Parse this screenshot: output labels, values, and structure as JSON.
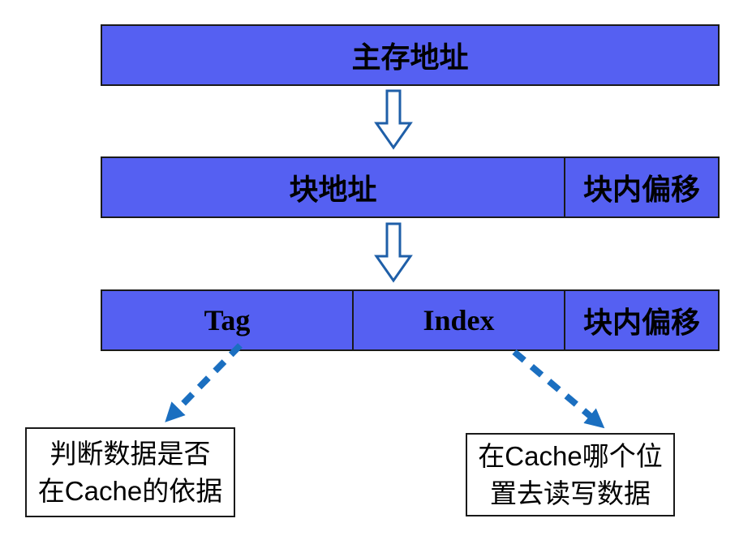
{
  "diagram": {
    "title_bar": {
      "label": "主存地址"
    },
    "block_bar": {
      "block_address": "块地址",
      "block_offset": "块内偏移"
    },
    "mapping_bar": {
      "tag": "Tag",
      "index": "Index",
      "block_offset": "块内偏移"
    },
    "annotations": {
      "tag_note": "判断数据是否\n在Cache的依据",
      "index_note": "在Cache哪个位\n置去读写数据"
    },
    "icons": {
      "flow_arrow": "hollow-down-arrow",
      "pointer_arrow": "dashed-diagonal-arrow"
    },
    "colors": {
      "bar_fill": "#5560F2",
      "bar_border": "#1A1A1A",
      "hollow_arrow_outline": "#1F5FA8",
      "dashed_arrow": "#1B6FC0",
      "text": "#000000",
      "background": "#FFFFFF"
    }
  }
}
